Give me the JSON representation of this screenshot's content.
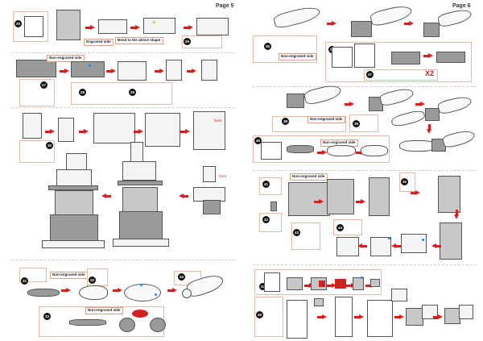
{
  "pages": [
    {
      "page_label": "Page 5",
      "steps": [
        "25",
        "26",
        "27",
        "28",
        "29",
        "30",
        "31",
        "32",
        "33",
        "34"
      ],
      "labels": {
        "engraved_side": "Engraved side",
        "bend_shape": "Bend to the above shape",
        "non_engraved_side_1": "Non-engraved side",
        "non_engraved_side_2": "Non-engraved side",
        "non_engraved_side_3": "Non-engraved side",
        "back": "back",
        "front": "front"
      }
    },
    {
      "page_label": "Page 6",
      "steps": [
        "35",
        "36",
        "37",
        "38",
        "39",
        "40",
        "41",
        "42",
        "43",
        "44",
        "45",
        "46",
        "47"
      ],
      "labels": {
        "non_engraved_side_1": "Non-engraved side",
        "non_engraved_side_2": "Non-engraved side",
        "non_engraved_side_3": "Non-engraved side",
        "non_engraved_side_4": "Non-engraved side",
        "multiplier": "X2"
      }
    }
  ],
  "colors": {
    "arrow": "#d32020",
    "callout_border": "#e8b9a8",
    "green_marker": "#a6d158",
    "blue_marker": "#2e7fd1",
    "badge": "#111111"
  }
}
